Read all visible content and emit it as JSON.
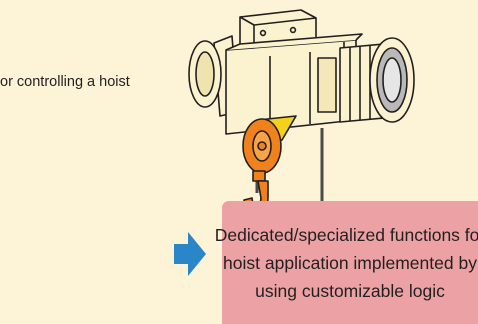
{
  "caption": "or controlling a hoist",
  "result": {
    "lines": [
      "Dedicated/specialized functions for",
      "hoist application implemented by",
      "using customizable logic"
    ]
  },
  "colors": {
    "background": "#fdf3d6",
    "result_box": "#eca2a4",
    "arrow": "#2b86c8",
    "hook": "#f0821e",
    "hoist_body": "#fbf3cf",
    "outline": "#231f20"
  },
  "icons": {
    "hoist": "electric-hoist-illustration",
    "arrow": "right-arrow-icon"
  }
}
